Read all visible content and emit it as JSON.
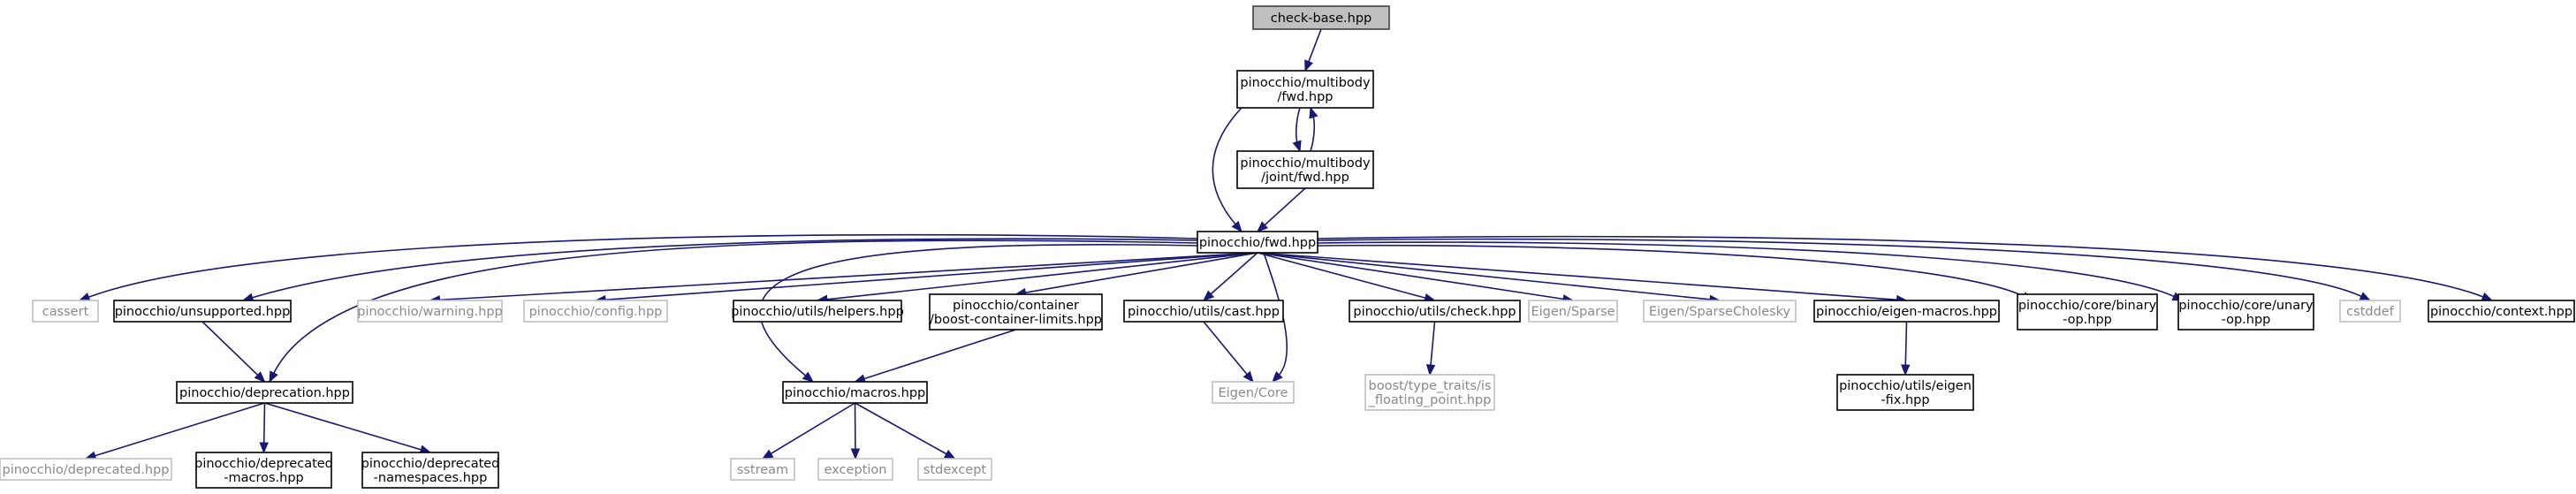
{
  "nodes": [
    {
      "id": "check_base",
      "lines": [
        "check-base.hpp"
      ],
      "kind": "root"
    },
    {
      "id": "mb_fwd",
      "lines": [
        "pinocchio/multibody",
        "/fwd.hpp"
      ],
      "kind": "doc"
    },
    {
      "id": "mb_joint_fwd",
      "lines": [
        "pinocchio/multibody",
        "/joint/fwd.hpp"
      ],
      "kind": "doc"
    },
    {
      "id": "fwd",
      "lines": [
        "pinocchio/fwd.hpp"
      ],
      "kind": "doc"
    },
    {
      "id": "cassert",
      "lines": [
        "cassert"
      ],
      "kind": "ext"
    },
    {
      "id": "unsupported",
      "lines": [
        "pinocchio/unsupported.hpp"
      ],
      "kind": "doc"
    },
    {
      "id": "warning",
      "lines": [
        "pinocchio/warning.hpp"
      ],
      "kind": "ext"
    },
    {
      "id": "config",
      "lines": [
        "pinocchio/config.hpp"
      ],
      "kind": "ext"
    },
    {
      "id": "helpers",
      "lines": [
        "pinocchio/utils/helpers.hpp"
      ],
      "kind": "doc"
    },
    {
      "id": "container",
      "lines": [
        "pinocchio/container",
        "/boost-container-limits.hpp"
      ],
      "kind": "doc"
    },
    {
      "id": "cast",
      "lines": [
        "pinocchio/utils/cast.hpp"
      ],
      "kind": "doc"
    },
    {
      "id": "check",
      "lines": [
        "pinocchio/utils/check.hpp"
      ],
      "kind": "doc"
    },
    {
      "id": "eigen_sparse",
      "lines": [
        "Eigen/Sparse"
      ],
      "kind": "ext"
    },
    {
      "id": "eigen_sparse_chol",
      "lines": [
        "Eigen/SparseCholesky"
      ],
      "kind": "ext"
    },
    {
      "id": "eigen_macros",
      "lines": [
        "pinocchio/eigen-macros.hpp"
      ],
      "kind": "doc"
    },
    {
      "id": "binary_op",
      "lines": [
        "pinocchio/core/binary",
        "-op.hpp"
      ],
      "kind": "doc"
    },
    {
      "id": "unary_op",
      "lines": [
        "pinocchio/core/unary",
        "-op.hpp"
      ],
      "kind": "doc"
    },
    {
      "id": "cstddef",
      "lines": [
        "cstddef"
      ],
      "kind": "ext"
    },
    {
      "id": "context",
      "lines": [
        "pinocchio/context.hpp"
      ],
      "kind": "doc"
    },
    {
      "id": "deprecation",
      "lines": [
        "pinocchio/deprecation.hpp"
      ],
      "kind": "doc"
    },
    {
      "id": "macros",
      "lines": [
        "pinocchio/macros.hpp"
      ],
      "kind": "doc"
    },
    {
      "id": "eigen_core",
      "lines": [
        "Eigen/Core"
      ],
      "kind": "ext"
    },
    {
      "id": "boost_float",
      "lines": [
        "boost/type_traits/is",
        "_floating_point.hpp"
      ],
      "kind": "ext"
    },
    {
      "id": "eigen_fix",
      "lines": [
        "pinocchio/utils/eigen",
        "-fix.hpp"
      ],
      "kind": "doc"
    },
    {
      "id": "deprecated",
      "lines": [
        "pinocchio/deprecated.hpp"
      ],
      "kind": "ext"
    },
    {
      "id": "deprecated_macros",
      "lines": [
        "pinocchio/deprecated",
        "-macros.hpp"
      ],
      "kind": "doc"
    },
    {
      "id": "deprecated_ns",
      "lines": [
        "pinocchio/deprecated",
        "-namespaces.hpp"
      ],
      "kind": "doc"
    },
    {
      "id": "sstream",
      "lines": [
        "sstream"
      ],
      "kind": "ext"
    },
    {
      "id": "exception",
      "lines": [
        "exception"
      ],
      "kind": "ext"
    },
    {
      "id": "stdexcept",
      "lines": [
        "stdexcept"
      ],
      "kind": "ext"
    }
  ],
  "edges": [
    {
      "from": "check_base",
      "to": "mb_fwd"
    },
    {
      "from": "mb_fwd",
      "to": "mb_joint_fwd"
    },
    {
      "from": "mb_joint_fwd",
      "to": "mb_fwd"
    },
    {
      "from": "mb_fwd",
      "to": "fwd"
    },
    {
      "from": "mb_joint_fwd",
      "to": "fwd"
    },
    {
      "from": "fwd",
      "to": "cassert"
    },
    {
      "from": "fwd",
      "to": "unsupported"
    },
    {
      "from": "fwd",
      "to": "warning"
    },
    {
      "from": "fwd",
      "to": "config"
    },
    {
      "from": "fwd",
      "to": "helpers"
    },
    {
      "from": "fwd",
      "to": "container"
    },
    {
      "from": "fwd",
      "to": "cast"
    },
    {
      "from": "fwd",
      "to": "check"
    },
    {
      "from": "fwd",
      "to": "eigen_sparse"
    },
    {
      "from": "fwd",
      "to": "eigen_sparse_chol"
    },
    {
      "from": "fwd",
      "to": "eigen_macros"
    },
    {
      "from": "fwd",
      "to": "binary_op"
    },
    {
      "from": "fwd",
      "to": "unary_op"
    },
    {
      "from": "fwd",
      "to": "cstddef"
    },
    {
      "from": "fwd",
      "to": "context"
    },
    {
      "from": "fwd",
      "to": "deprecation"
    },
    {
      "from": "fwd",
      "to": "macros"
    },
    {
      "from": "fwd",
      "to": "eigen_core"
    },
    {
      "from": "unsupported",
      "to": "deprecation"
    },
    {
      "from": "container",
      "to": "macros"
    },
    {
      "from": "cast",
      "to": "eigen_core"
    },
    {
      "from": "check",
      "to": "boost_float"
    },
    {
      "from": "eigen_macros",
      "to": "eigen_fix"
    },
    {
      "from": "deprecation",
      "to": "deprecated"
    },
    {
      "from": "deprecation",
      "to": "deprecated_macros"
    },
    {
      "from": "deprecation",
      "to": "deprecated_ns"
    },
    {
      "from": "macros",
      "to": "sstream"
    },
    {
      "from": "macros",
      "to": "exception"
    },
    {
      "from": "macros",
      "to": "stdexcept"
    }
  ],
  "colors": {
    "edge": "#191970",
    "node_border": "#000000",
    "external_border": "#bfbfbf",
    "external_text": "#8a8a8a",
    "root_fill": "#bfbfbf"
  }
}
